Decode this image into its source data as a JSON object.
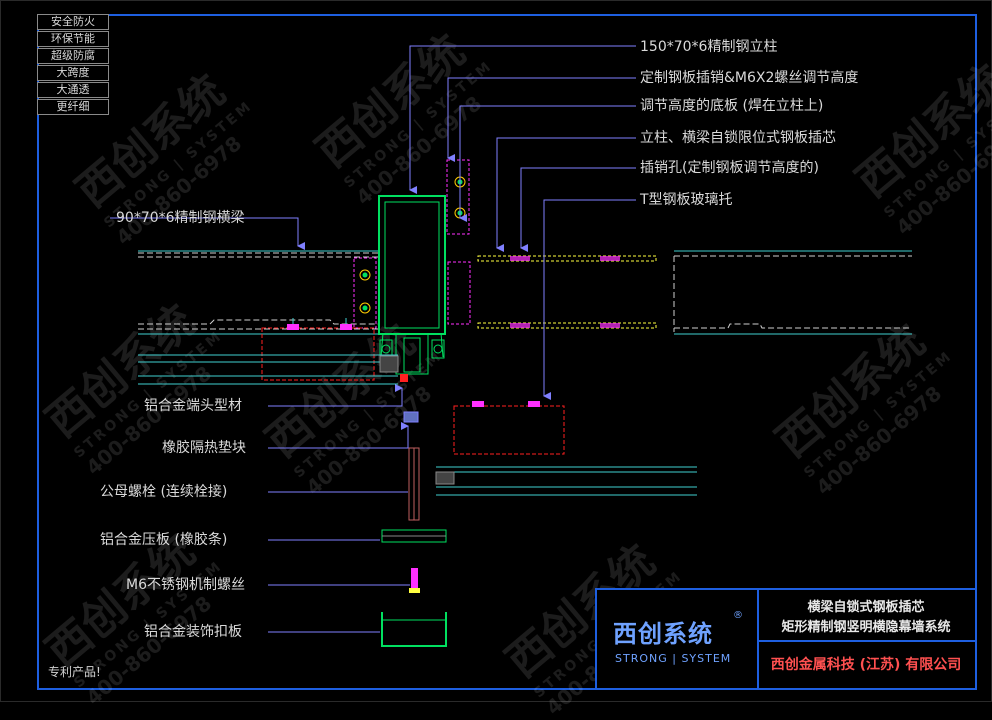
{
  "feature_tags": [
    "安全防火",
    "环保节能",
    "超级防腐",
    "大跨度",
    "大通透",
    "更纤细"
  ],
  "callouts": {
    "steel_column": "150*70*6精制钢立柱",
    "pin_bolt": "定制钢板插销&M6X2螺丝调节高度",
    "base_plate": "调节高度的底板 (焊在立柱上)",
    "lock_core": "立柱、横梁自锁限位式钢板插芯",
    "pin_hole": "插销孔(定制钢板调节高度的)",
    "glass_support": "T型钢板玻璃托",
    "steel_beam": "90*70*6精制钢横梁",
    "end_profile": "铝合金端头型材",
    "rubber_block": "橡胶隔热垫块",
    "bolt": "公母螺栓 (连续栓接)",
    "pressure_plate": "铝合金压板 (橡胶条)",
    "screw": "M6不锈钢机制螺丝",
    "cover": "铝合金装饰扣板"
  },
  "patent_note": "专利产品!",
  "title_block": {
    "logo_cn": "西创系统",
    "logo_reg": "®",
    "logo_en": "STRONG | SYSTEM",
    "title_line1": "横梁自锁式钢板插芯",
    "title_line2": "矩形精制钢竖明横隐幕墙系统",
    "company": "西创金属科技 (江苏) 有限公司"
  },
  "watermark": {
    "name": "西创系统",
    "english": "STRONG | SYSTEM",
    "phone": "400-860-6978"
  },
  "colors": {
    "frame": "#1e5fe0",
    "leader": "#8080ff",
    "column": "#00e060",
    "magenta": "#ff30ff",
    "red": "#ff2020",
    "yellow": "#ffff40",
    "cyan": "#40d0d0"
  }
}
